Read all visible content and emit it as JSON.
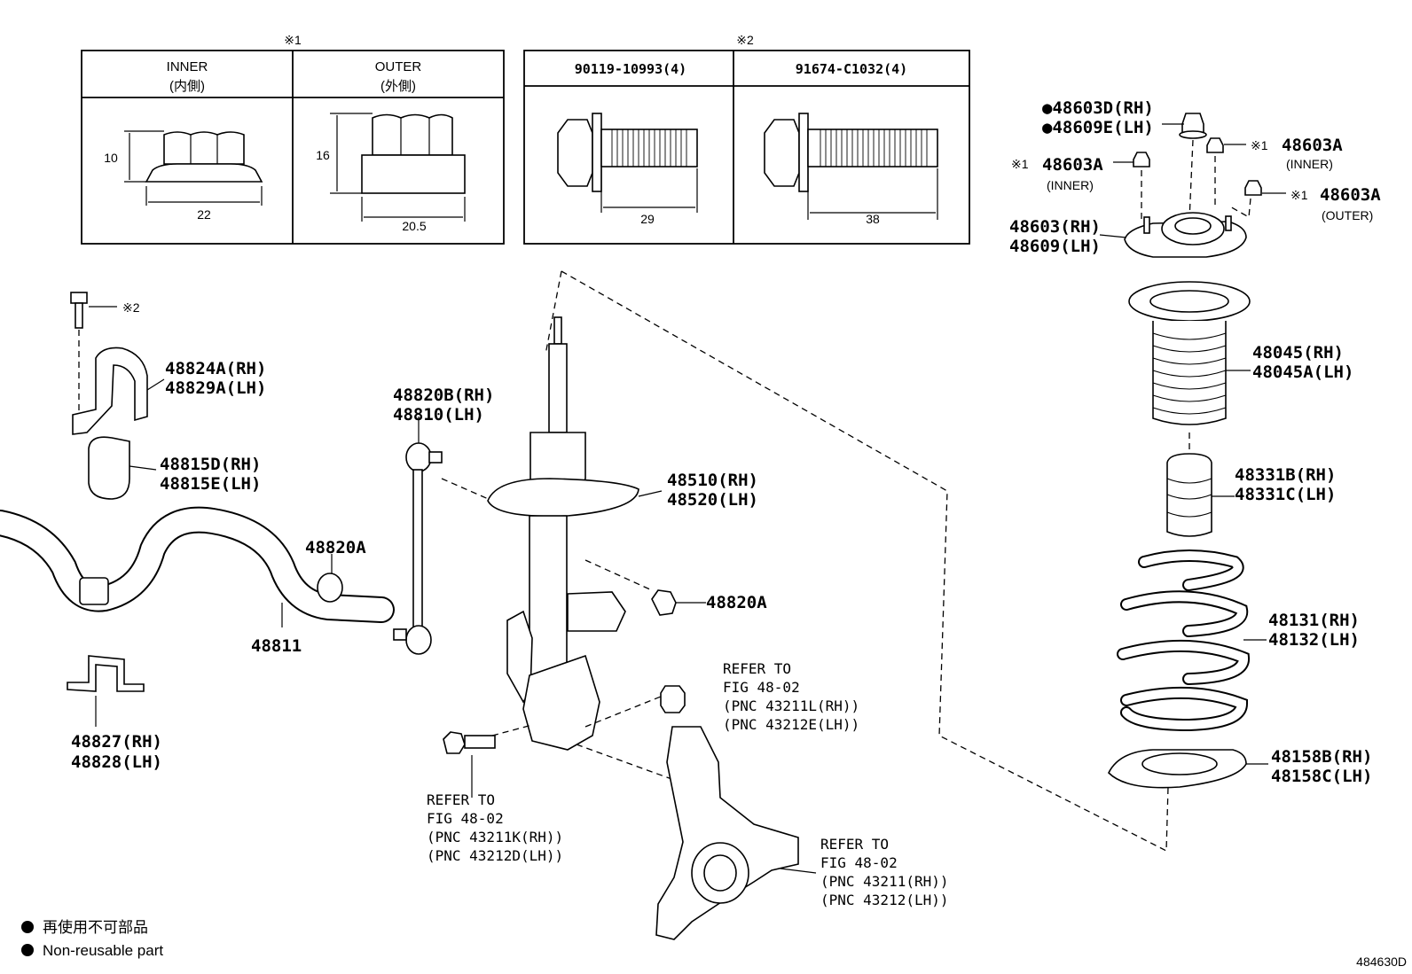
{
  "figure_code": "484630D",
  "table1": {
    "marker": "※1",
    "inner_en": "INNER",
    "inner_jp": "(内側)",
    "outer_en": "OUTER",
    "outer_jp": "(外側)",
    "dim_inner_h": "10",
    "dim_inner_w": "22",
    "dim_outer_h": "16",
    "dim_outer_w": "20.5"
  },
  "table2": {
    "marker": "※2",
    "bolt1": "90119-10993(4)",
    "bolt2": "91674-C1032(4)",
    "dim_bolt1": "29",
    "dim_bolt2": "38"
  },
  "labels": {
    "p48603D": "●48603D(RH)",
    "p48609E": "●48609E(LH)",
    "m1a": "※1",
    "p48603A_a": "48603A",
    "inner_a": "(INNER)",
    "m1b": "※1",
    "p48603A_b": "48603A",
    "inner_b": "(INNER)",
    "m1c": "※1",
    "p48603A_c": "48603A",
    "outer_c": "(OUTER)",
    "p48603": "48603(RH)",
    "p48609": "48609(LH)",
    "p48045": "48045(RH)",
    "p48045A": "48045A(LH)",
    "p48331B": "48331B(RH)",
    "p48331C": "48331C(LH)",
    "p48131": "48131(RH)",
    "p48132": "48132(LH)",
    "p48158B": "48158B(RH)",
    "p48158C": "48158C(LH)",
    "m2": "※2",
    "p48824A": "48824A(RH)",
    "p48829A": "48829A(LH)",
    "p48815D": "48815D(RH)",
    "p48815E": "48815E(LH)",
    "p48820A_1": "48820A",
    "p48811": "48811",
    "p48827": "48827(RH)",
    "p48828": "48828(LH)",
    "p48820B": "48820B(RH)",
    "p48810": "48810(LH)",
    "p48510": "48510(RH)",
    "p48520": "48520(LH)",
    "p48820A_2": "48820A"
  },
  "refs": {
    "r1": [
      "REFER TO",
      "FIG 48-02",
      "(PNC 43211L(RH))",
      "(PNC 43212E(LH))"
    ],
    "r2": [
      "REFER TO",
      "FIG 48-02",
      "(PNC 43211K(RH))",
      "(PNC 43212D(LH))"
    ],
    "r3": [
      "REFER TO",
      "FIG 48-02",
      "(PNC 43211(RH))",
      "(PNC 43212(LH))"
    ]
  },
  "legend": {
    "jp": "再使用不可部品",
    "en": "Non-reusable part"
  }
}
